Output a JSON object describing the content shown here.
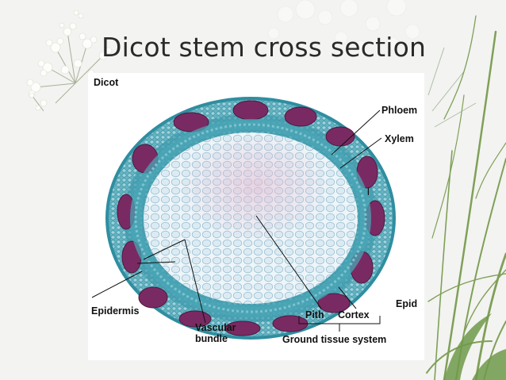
{
  "slide": {
    "title": "Dicot stem cross section"
  },
  "figure": {
    "corner_label": "Dicot",
    "labels": {
      "phloem": "Phloem",
      "xylem": "Xylem",
      "epidermis": "Epidermis",
      "vascular_line1": "Vascular",
      "vascular_line2": "bundle",
      "pith": "Pith",
      "cortex": "Cortex",
      "ground_tissue": "Ground tissue system"
    },
    "cut_off_label": "Epid"
  },
  "colors": {
    "background": "#f3f3f1",
    "title_text": "#2a2a2a",
    "tissue_teal": "#3f9fb0",
    "bundle_purple": "#7a2a62",
    "pith_cells": "#dcebf3"
  }
}
